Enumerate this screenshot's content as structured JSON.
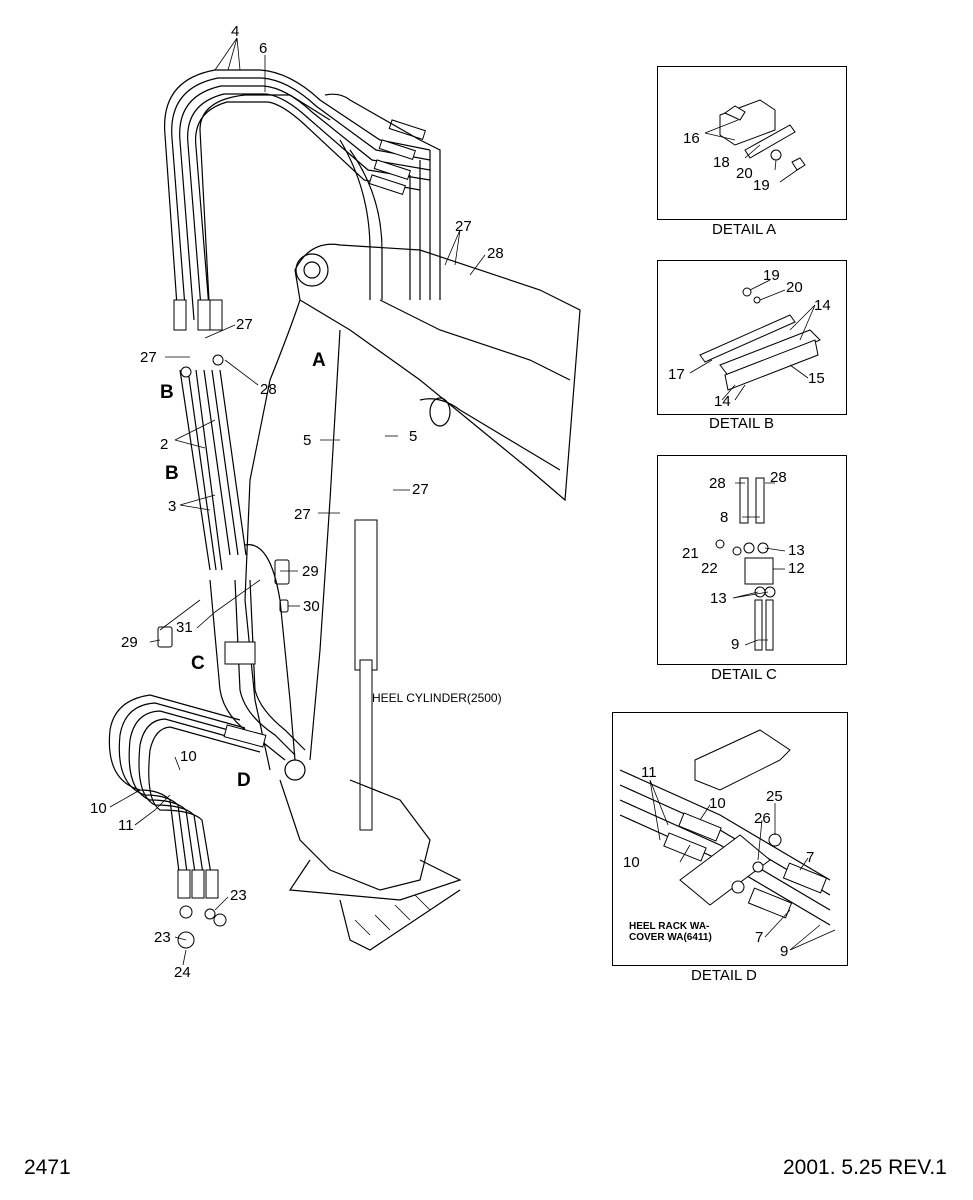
{
  "labels": {
    "l4": "4",
    "l6": "6",
    "l27a": "27",
    "l28a": "28",
    "l27b": "27",
    "l27c": "27",
    "l28b": "28",
    "lA": "A",
    "lB1": "B",
    "lB2": "B",
    "l2": "2",
    "l3": "3",
    "l5a": "5",
    "l5b": "5",
    "l27d": "27",
    "l27e": "27",
    "l29a": "29",
    "l30": "30",
    "l31": "31",
    "l29b": "29",
    "lC": "C",
    "lD": "D",
    "l10a": "10",
    "l10b": "10",
    "l11": "11",
    "l23a": "23",
    "l23b": "23",
    "l24": "24",
    "heel_cylinder": "HEEL CYLINDER(2500)"
  },
  "detail_a": {
    "caption": "DETAIL A",
    "l16": "16",
    "l18": "18",
    "l20": "20",
    "l19": "19"
  },
  "detail_b": {
    "caption": "DETAIL B",
    "l19": "19",
    "l20": "20",
    "l14a": "14",
    "l17": "17",
    "l15": "15",
    "l14b": "14"
  },
  "detail_c": {
    "caption": "DETAIL C",
    "l28a": "28",
    "l28b": "28",
    "l8": "8",
    "l21": "21",
    "l13a": "13",
    "l22": "22",
    "l12": "12",
    "l13b": "13",
    "l9": "9"
  },
  "detail_d": {
    "caption": "DETAIL D",
    "l11": "11",
    "l10a": "10",
    "l25": "25",
    "l26": "26",
    "l10b": "10",
    "l7a": "7",
    "cover_note": "HEEL RACK WA-\nCOVER WA(6411)",
    "l7b": "7",
    "l9": "9"
  },
  "footer": {
    "page_number": "2471",
    "date_rev": "2001. 5.25  REV.1"
  }
}
